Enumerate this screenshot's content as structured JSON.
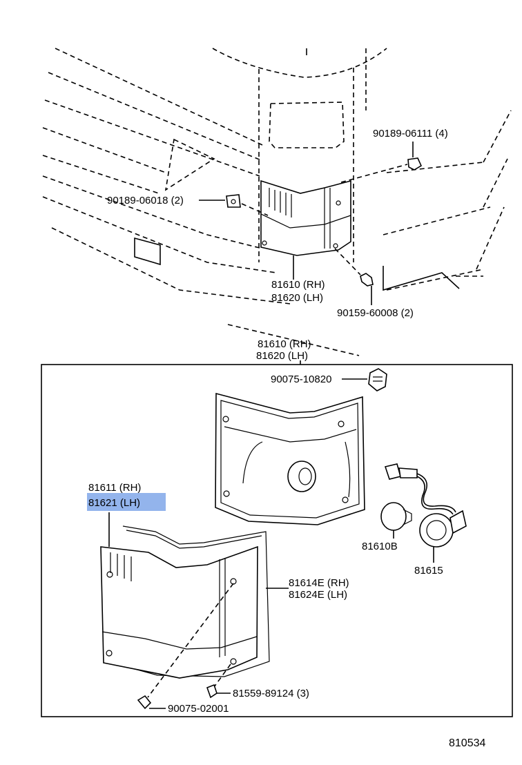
{
  "diagram_id": "810534",
  "callouts": {
    "grommet_upper": "90189-06111 (4)",
    "grommet_left": "90189-06018 (2)",
    "lamp_assy_upper_rh": "81610 (RH)",
    "lamp_assy_upper_lh": "81620 (LH)",
    "screw_upper": "90159-60008 (2)",
    "lamp_assy_box_rh": "81610 (RH)",
    "lamp_assy_box_lh": "81620 (LH)",
    "clip": "90075-10820",
    "lens_rh": "81611 (RH)",
    "lens_lh": "81621 (LH)",
    "bulb": "81610B",
    "socket": "81615",
    "gasket_rh": "81614E (RH)",
    "gasket_lh": "81624E (LH)",
    "screw_lower": "81559-89124 (3)",
    "screw_bottom": "90075-02001"
  },
  "highlight": {
    "target": "lens_lh",
    "color": "#6f9be6"
  }
}
